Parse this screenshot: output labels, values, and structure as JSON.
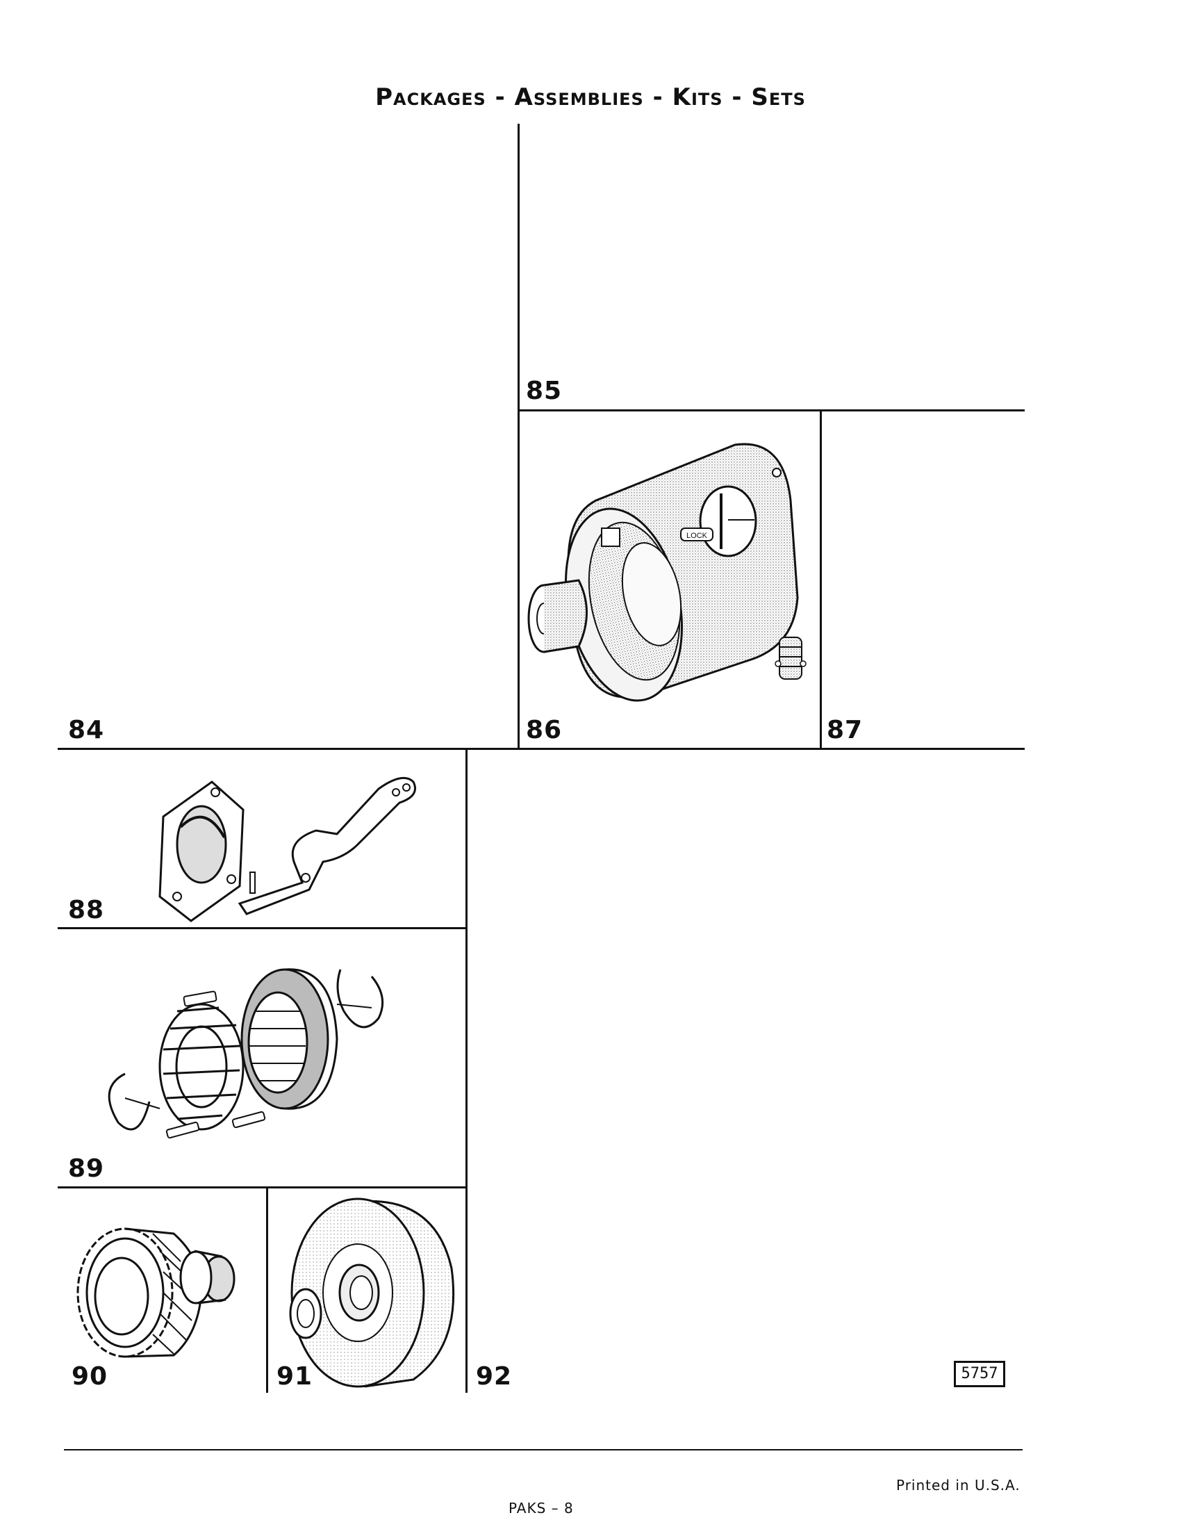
{
  "header": {
    "title": "Packages - Assemblies - Kits - Sets"
  },
  "sections": [
    {
      "number": "84"
    },
    {
      "number": "85"
    },
    {
      "number": "86"
    },
    {
      "number": "87"
    },
    {
      "number": "88"
    },
    {
      "number": "89"
    },
    {
      "number": "90"
    },
    {
      "number": "91"
    },
    {
      "number": "92"
    }
  ],
  "illustrations": {
    "86": {
      "label_on_case": "LOCK"
    }
  },
  "footer": {
    "code_box": "5757",
    "printed": "Printed in U.S.A.",
    "page_code": "PAKS – 8"
  }
}
